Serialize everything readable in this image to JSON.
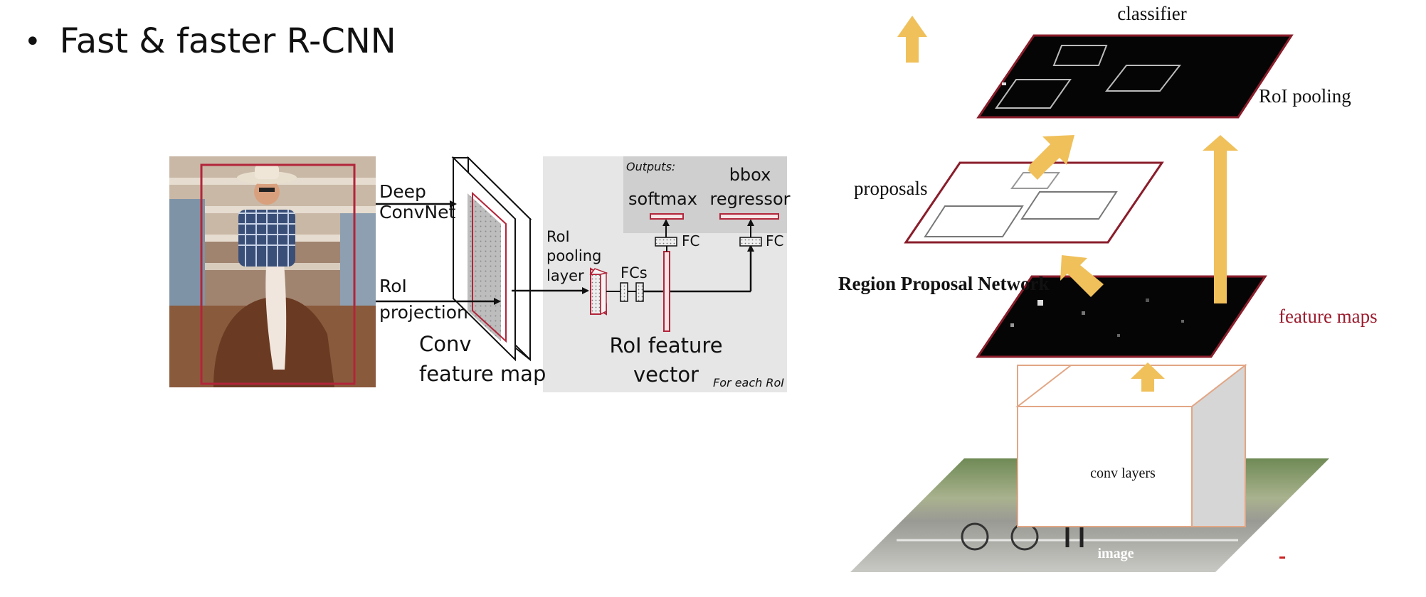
{
  "slide": {
    "bullet": "Fast & faster R-CNN"
  },
  "fast_rcnn": {
    "deep_convnet": [
      "Deep",
      "ConvNet"
    ],
    "roi_projection": [
      "RoI",
      "projection"
    ],
    "conv_feature_map": [
      "Conv",
      "feature map"
    ],
    "roi_pooling_layer": [
      "RoI",
      "pooling",
      "layer"
    ],
    "fcs": "FCs",
    "outputs": "Outputs:",
    "softmax": "softmax",
    "bbox_regressor": [
      "bbox",
      "regressor"
    ],
    "fc_left": "FC",
    "fc_right": "FC",
    "roi_feature_vector": [
      "RoI feature",
      "vector"
    ],
    "for_each_roi": "For each RoI"
  },
  "faster_rcnn": {
    "classifier": "classifier",
    "roi_pooling": "RoI pooling",
    "proposals": "proposals",
    "region_proposal_network": "Region Proposal Network",
    "feature_maps": "feature maps",
    "conv_layers": "conv layers",
    "image": "image"
  },
  "colors": {
    "accent_red": "#b2253a",
    "arrow_gold": "#f0c05a",
    "panel_gray": "#e6e6e6",
    "outputs_gray": "#cfcfcf",
    "feature_map_black": "#050505"
  }
}
